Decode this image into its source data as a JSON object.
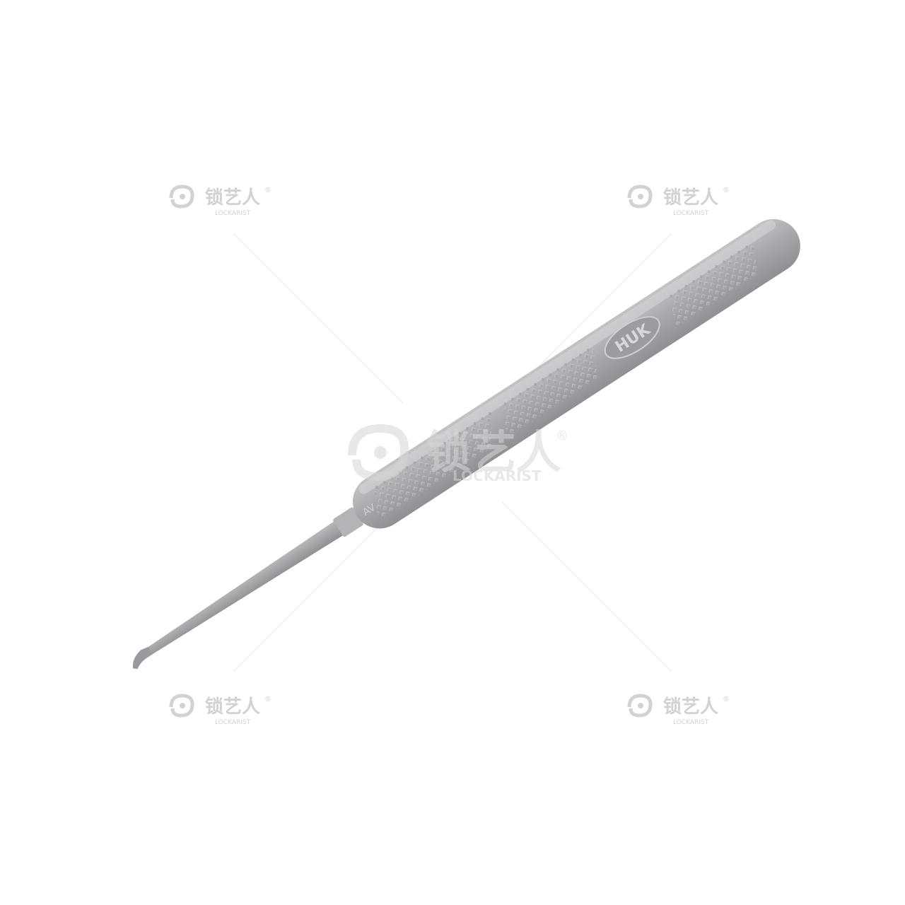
{
  "watermark": {
    "brand_cn": "锁艺人",
    "brand_en": "LOCKARIST",
    "registered_mark": "®",
    "color": "#d4d4d4",
    "logo_icon": "swirl-keyhole-icon"
  },
  "product": {
    "name": "lock-pick-hook",
    "handle_brand": "HUK",
    "shaft_mark": "AV",
    "metal_color": "#a7a7aa",
    "highlight_color": "#c8c8ca",
    "shadow_color": "#8e8e92"
  }
}
